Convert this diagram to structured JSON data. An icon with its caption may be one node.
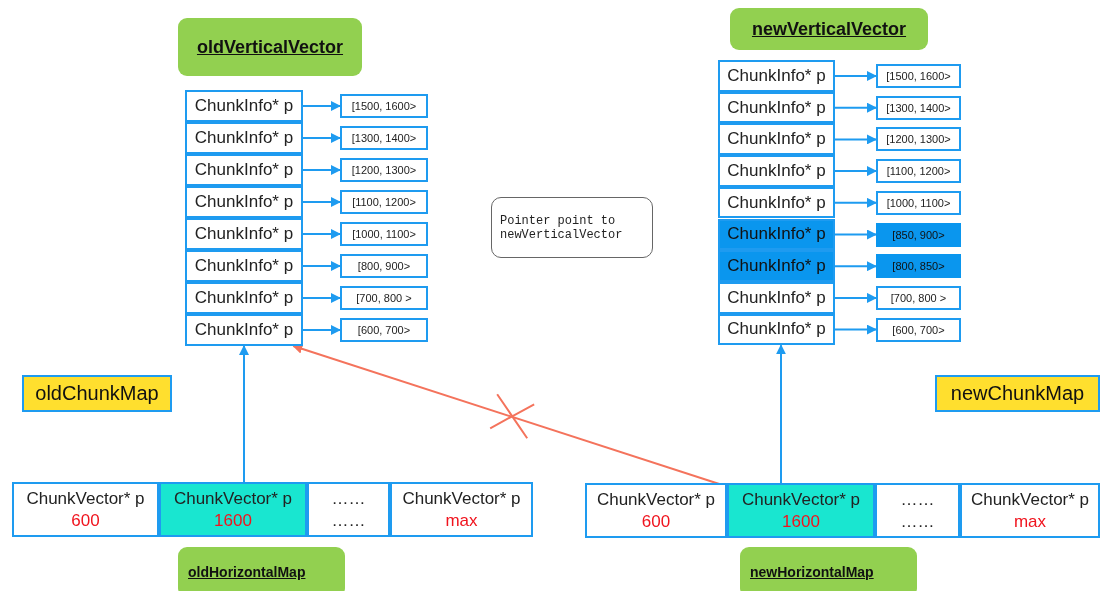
{
  "diagram": {
    "nodes": [
      {
        "text": [
          "oldVerticalVector"
        ]
      },
      {
        "text": [
          "ChunkInfo* p"
        ]
      },
      {
        "text": [
          "ChunkInfo* p"
        ]
      },
      {
        "text": [
          "ChunkInfo* p"
        ]
      },
      {
        "text": [
          "ChunkInfo* p"
        ]
      },
      {
        "text": [
          "ChunkInfo* p"
        ]
      },
      {
        "text": [
          "ChunkInfo* p"
        ]
      },
      {
        "text": [
          "ChunkInfo* p"
        ]
      },
      {
        "text": [
          "ChunkInfo* p"
        ]
      },
      {
        "text": [
          "[1500, 1600>"
        ]
      },
      {
        "text": [
          "[1300, 1400>"
        ]
      },
      {
        "text": [
          "[1200, 1300>"
        ]
      },
      {
        "text": [
          "[1100, 1200>"
        ]
      },
      {
        "text": [
          "[1000, 1100>"
        ]
      },
      {
        "text": [
          "[800, 900>"
        ]
      },
      {
        "text": [
          "[700, 800 >"
        ]
      },
      {
        "text": [
          "[600, 700>"
        ]
      },
      {
        "text": [
          "newVerticalVector"
        ]
      },
      {
        "text": [
          "ChunkInfo* p"
        ]
      },
      {
        "text": [
          "ChunkInfo* p"
        ]
      },
      {
        "text": [
          "ChunkInfo* p"
        ]
      },
      {
        "text": [
          "ChunkInfo* p"
        ]
      },
      {
        "text": [
          "ChunkInfo* p"
        ]
      },
      {
        "text": [
          "ChunkInfo* p"
        ]
      },
      {
        "text": [
          "ChunkInfo* p"
        ]
      },
      {
        "text": [
          "ChunkInfo* p"
        ]
      },
      {
        "text": [
          "ChunkInfo* p"
        ]
      },
      {
        "text": [
          "[1500, 1600>"
        ]
      },
      {
        "text": [
          "[1300, 1400>"
        ]
      },
      {
        "text": [
          "[1200, 1300>"
        ]
      },
      {
        "text": [
          "[1100, 1200>"
        ]
      },
      {
        "text": [
          "[1000, 1100>"
        ]
      },
      {
        "text": [
          "[850, 900>"
        ]
      },
      {
        "text": [
          "[800, 850>"
        ]
      },
      {
        "text": [
          "[700, 800 >"
        ]
      },
      {
        "text": [
          "[600, 700>"
        ]
      },
      {
        "text": [
          "Pointer point to newVerticalVector"
        ]
      },
      {
        "text": [
          "oldChunkMap"
        ]
      },
      {
        "text": [
          "newChunkMap"
        ]
      },
      {
        "text": [
          "ChunkVector* p",
          "600"
        ]
      },
      {
        "text": [
          "ChunkVector* p",
          "1600"
        ]
      },
      {
        "text": [
          "……",
          "……"
        ]
      },
      {
        "text": [
          "ChunkVector* p",
          "max"
        ]
      },
      {
        "text": [
          "oldHorizontalMap"
        ]
      },
      {
        "text": [
          "ChunkVector* p",
          "600"
        ]
      },
      {
        "text": [
          "ChunkVector* p",
          "1600"
        ]
      },
      {
        "text": [
          "……",
          "……"
        ]
      },
      {
        "text": [
          "ChunkVector* p",
          "max"
        ]
      },
      {
        "text": [
          "newHorizontalMap"
        ]
      }
    ],
    "edges": [
      {
        "from": 1,
        "to": 9,
        "arrow": "to"
      },
      {
        "from": 2,
        "to": 10,
        "arrow": "to"
      },
      {
        "from": 3,
        "to": 11,
        "arrow": "to"
      },
      {
        "from": 4,
        "to": 12,
        "arrow": "to"
      },
      {
        "from": 5,
        "to": 13,
        "arrow": "to"
      },
      {
        "from": 6,
        "to": 14,
        "arrow": "to"
      },
      {
        "from": 7,
        "to": 15,
        "arrow": "to"
      },
      {
        "from": 8,
        "to": 16,
        "arrow": "to"
      },
      {
        "from": 18,
        "to": 27,
        "arrow": "to"
      },
      {
        "from": 19,
        "to": 28,
        "arrow": "to"
      },
      {
        "from": 20,
        "to": 29,
        "arrow": "to"
      },
      {
        "from": 21,
        "to": 30,
        "arrow": "to"
      },
      {
        "from": 22,
        "to": 31,
        "arrow": "to"
      },
      {
        "from": 23,
        "to": 32,
        "arrow": "to"
      },
      {
        "from": 24,
        "to": 33,
        "arrow": "to"
      },
      {
        "from": 25,
        "to": 34,
        "arrow": "to"
      },
      {
        "from": 26,
        "to": 35,
        "arrow": "to"
      },
      {
        "from": 40,
        "to": 8,
        "arrow": "to"
      },
      {
        "from": 45,
        "to": 26,
        "arrow": "to"
      },
      {
        "from": 45,
        "to": 8,
        "arrow": "to",
        "color": "#f4735c"
      }
    ]
  }
}
